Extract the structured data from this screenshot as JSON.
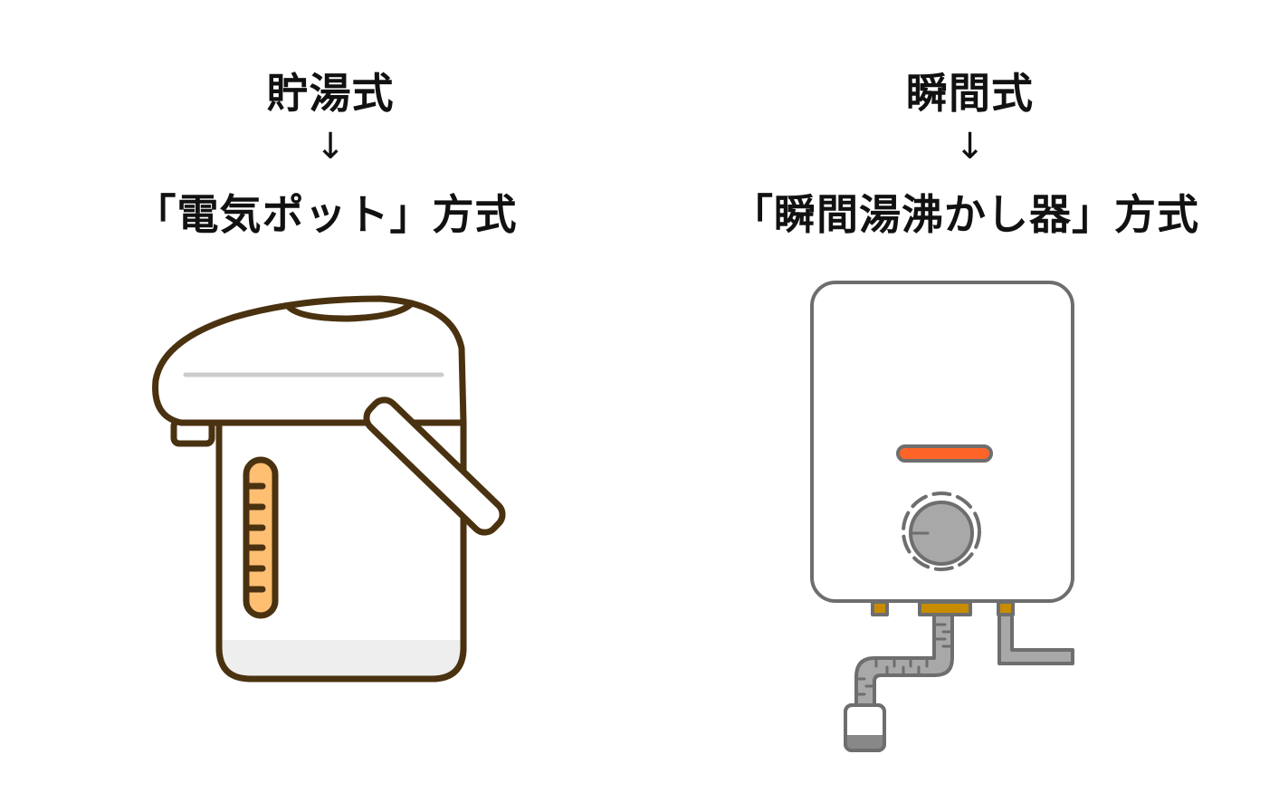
{
  "left": {
    "type_label": "貯湯式",
    "arrow": "↓",
    "method_label": "「電気ポット」方式",
    "illustration": "electric-pot",
    "colors": {
      "outline": "#4a3210",
      "gauge_fill": "#ffbf73",
      "body_fill": "#ffffff",
      "bottom_band": "#eeeeee",
      "lid_line": "#cccccc"
    }
  },
  "right": {
    "type_label": "瞬間式",
    "arrow": "↓",
    "method_label": "「瞬間湯沸かし器」方式",
    "illustration": "instant-water-heater",
    "colors": {
      "outline": "#6e6e6e",
      "indicator_fill": "#ff6428",
      "knob_fill": "#a8a8a8",
      "fitting_fill": "#c88c00",
      "pipe_fill": "#a8a8a8"
    }
  }
}
